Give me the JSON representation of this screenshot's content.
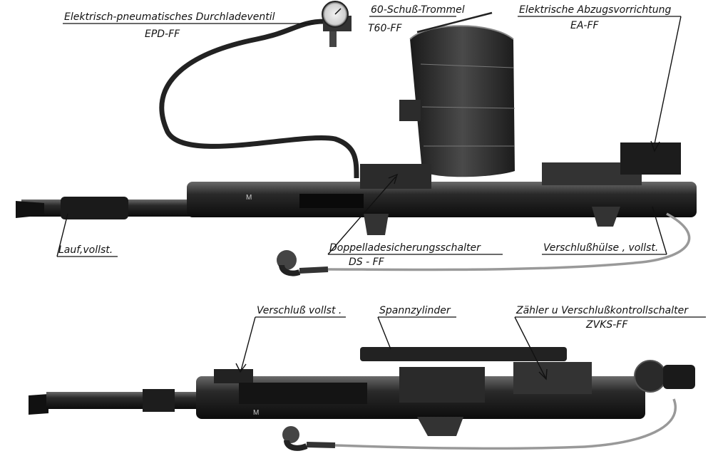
{
  "labels": {
    "epd": {
      "name": "Elektrisch-pneumatisches Durchladeventil",
      "code": "EPD-FF"
    },
    "trommel": {
      "name": "60-Schuß-Trommel",
      "code": "T60-FF"
    },
    "abzug": {
      "name": "Elektrische Abzugsvorrichtung",
      "code": "EA-FF"
    },
    "lauf": {
      "name": "Lauf,vollst."
    },
    "doppellade": {
      "name": "Doppelladesicherungsschalter",
      "code": "DS - FF"
    },
    "huelse": {
      "name": "Verschlußhülse , vollst."
    },
    "verschluss": {
      "name": "Verschluß vollst ."
    },
    "spann": {
      "name": "Spannzylinder"
    },
    "zaehler": {
      "name": "Zähler u Verschlußkontrollschalter",
      "code": "ZVKS-FF"
    }
  },
  "markings": {
    "top_receiver": "M",
    "bottom_receiver": "M"
  }
}
